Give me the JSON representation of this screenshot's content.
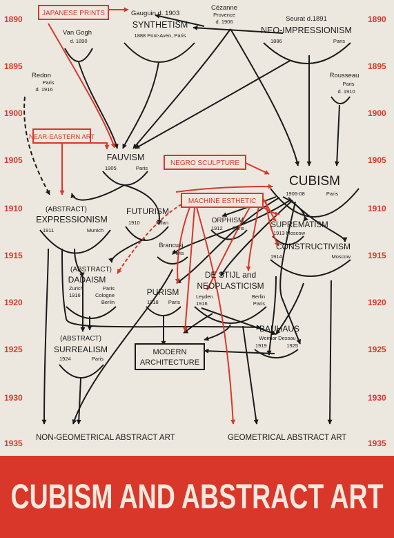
{
  "colors": {
    "background": "#ece8df",
    "ink": "#1a1a1a",
    "red": "#d9372a",
    "banner_text": "#f3e9de"
  },
  "years": [
    "1890",
    "1895",
    "1900",
    "1905",
    "1910",
    "1915",
    "1920",
    "1925",
    "1930",
    "1935"
  ],
  "banner": {
    "title": "CUBISM AND ABSTRACT ART"
  },
  "nodes": {
    "japanese_prints": {
      "label": "JAPANESE PRINTS"
    },
    "near_eastern_art": {
      "label": "NEAR-EASTERN ART"
    },
    "negro_sculpture": {
      "label": "NEGRO SCULPTURE"
    },
    "machine_esthetic": {
      "label": "MACHINE ESTHETIC"
    },
    "gauguin": {
      "label": "Gauguin d. 1903"
    },
    "synthetism": {
      "label": "SYNTHETISM",
      "sub": "1888 Pont-Aven, Paris"
    },
    "van_gogh": {
      "label": "Van Gogh",
      "sub": "d. 1890"
    },
    "cezanne": {
      "label": "Cézanne",
      "sub1": "Provence",
      "sub2": "d. 1906"
    },
    "seurat": {
      "label": "Seurat d.1891"
    },
    "neo_impressionism": {
      "label": "NEO-IMPRESSIONISM",
      "sub_left": "1886",
      "sub_right": "Paris"
    },
    "redon": {
      "label": "Redon",
      "sub1": "Paris",
      "sub2": "d. 1916"
    },
    "rousseau": {
      "label": "Rousseau",
      "sub1": "Paris",
      "sub2": "d. 1910"
    },
    "fauvism": {
      "label": "FAUVISM",
      "sub_left": "1905",
      "sub_right": "Paris"
    },
    "cubism": {
      "label": "CUBISM",
      "sub_left": "1906-08",
      "sub_right": "Paris"
    },
    "expressionism": {
      "label1": "(ABSTRACT)",
      "label2": "EXPRESSIONISM",
      "sub_left": "1911",
      "sub_right": "Munich"
    },
    "futurism": {
      "label": "FUTURISM",
      "sub_left": "1910",
      "sub_right": "Milan"
    },
    "orphism": {
      "label": "ORPHISM",
      "sub_left": "1912",
      "sub_right": "Paris"
    },
    "suprematism": {
      "label": "SUPREMATISM",
      "sub_left": "1913",
      "sub_right": "Moscow"
    },
    "constructivism": {
      "label": "CONSTRUCTIVISM",
      "sub_left": "1914",
      "sub_right": "Moscow"
    },
    "brancusi": {
      "label": "Brancusi",
      "sub": "Paris"
    },
    "dadaism": {
      "label1": "(ABSTRACT)",
      "label2": "DADAISM",
      "sub1_left": "Zurich",
      "sub1_right": "Paris",
      "sub2_left": "1916",
      "sub2_right": "Cologne",
      "sub3": "Berlin"
    },
    "purism": {
      "label": "PURISM",
      "sub_left": "1918",
      "sub_right": "Paris"
    },
    "de_stijl": {
      "label1": "DE STIJL and",
      "label2": "NEOPLASTICISM",
      "sub1_left": "Leyden",
      "sub1_right": "Berlin",
      "sub2_left": "1916",
      "sub2_right": "Paris"
    },
    "bauhaus": {
      "label": "BAUHAUS",
      "sub1": "Weimar Dessau",
      "sub2_left": "1919",
      "sub2_right": "1925"
    },
    "surrealism": {
      "label1": "(ABSTRACT)",
      "label2": "SURREALISM",
      "sub_left": "1924",
      "sub_right": "Paris"
    },
    "modern_architecture": {
      "label1": "MODERN",
      "label2": "ARCHITECTURE"
    },
    "non_geometrical": {
      "label": "NON-GEOMETRICAL ABSTRACT ART"
    },
    "geometrical": {
      "label": "GEOMETRICAL ABSTRACT ART"
    }
  }
}
